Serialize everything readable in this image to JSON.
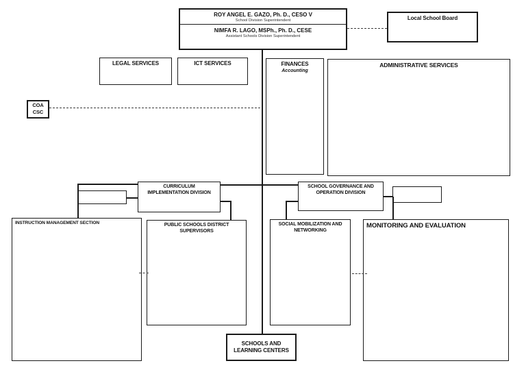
{
  "org_chart": {
    "leadership": {
      "superintendent_name": "ROY ANGEL E. GAZO, Ph. D., CESO V",
      "superintendent_title": "School Division Superintendent",
      "asst_superintendent_name": "NIMFA R. LAGO, MSPh., Ph. D., CESE",
      "asst_superintendent_title": "Assistant Schools Division Superintendent"
    },
    "units": {
      "local_school_board": "Local School Board",
      "legal_services": "LEGAL SERVICES",
      "ict_services": "ICT SERVICES",
      "finances_title": "FINANCES",
      "finances_subtitle": "Accounting",
      "administrative_services": "ADMINISTRATIVE SERVICES",
      "coa_csc": "COA\nCSC",
      "curriculum_implementation_division": "CURRICULUM\nIMPLEMENTATION DIVISION",
      "school_governance_operation_division": "SCHOOL GOVERNANCE AND\nOPERATION DIVISION",
      "instruction_management_section": "INSTRUCTION MANAGEMENT SECTION",
      "public_schools_district_supervisors": "PUBLIC SCHOOLS DISTRICT\nSUPERVISORS",
      "social_mobilization_networking": "SOCIAL MOBILIZATION AND\nNETWORKING",
      "monitoring_evaluation": "MONITORING AND EVALUATION",
      "schools_learning_centers": "SCHOOLS AND\nLEARNING CENTERS"
    },
    "colors": {
      "border": "#1a1a1a",
      "background": "#ffffff",
      "text": "#111111"
    }
  }
}
